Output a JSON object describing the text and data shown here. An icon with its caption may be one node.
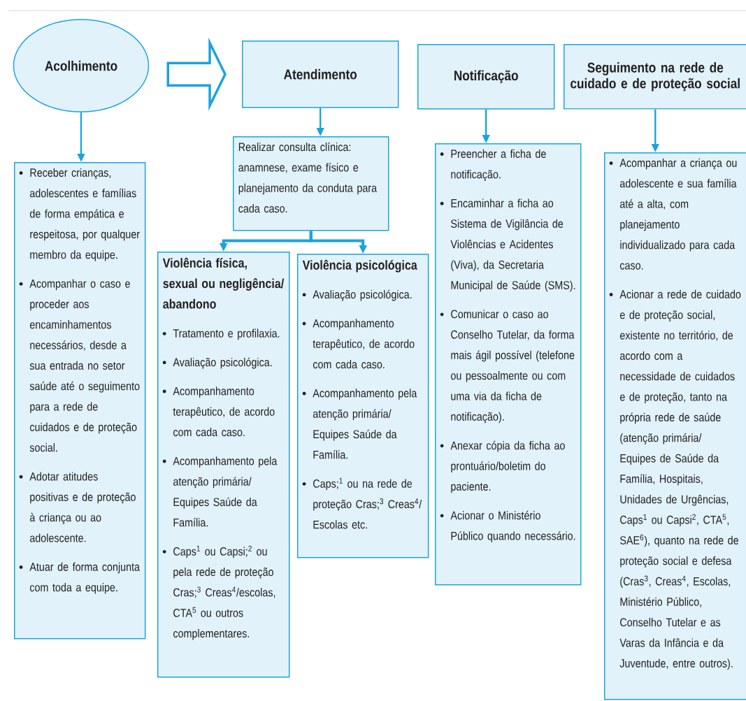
{
  "diagram": {
    "nodes": [
      {
        "text": [
          "Acolhimento"
        ]
      },
      {
        "text": [
          "Atendimento"
        ]
      },
      {
        "text": [
          "Notificação"
        ]
      },
      {
        "text": [
          "Seguimento na rede de cuidado e de proteção social"
        ]
      },
      {
        "text": [
          "Receber crianças, adolescentes e famílias de forma empática e respeitosa, por qualquer membro da equipe.",
          "Acompanhar o caso e proceder aos encaminhamentos necessários, desde a sua entrada no setor saúde até o seguimento para a rede de cuidados e de proteção social.",
          "Adotar atitudes positivas e de proteção à criança ou ao adolescente.",
          "Atuar de forma conjunta com toda a equipe."
        ]
      },
      {
        "text": [
          "Realizar consulta clínica: anamnese, exame físico e planejamento da conduta para cada caso."
        ]
      },
      {
        "text": [
          "Violência física, sexual ou negligência/ abandono",
          "Tratamento e profilaxia.",
          "Avaliação psicológica.",
          "Acompanhamento terapêutico, de acordo com cada caso.",
          "Acompanhamento pela atenção primária/ Equipes Saúde da Família.",
          "Caps$^{1}$ ou Capsi;$^{2}$ ou pela rede de proteção Cras;$^{3}$ Creas$^{4}$/escolas, CTA$^{5}$ ou outros complementares."
        ]
      },
      {
        "text": [
          "Violência psicológica",
          "Avaliação psicológica.",
          "Acompanhamento terapêutico, de acordo com cada caso.",
          "Acompanhamento pela atenção primária/ Equipes Saúde da Família.",
          "Caps;$^{1}$ ou na rede de proteção Cras;$^{3}$ Creas$^{4}$/ Escolas etc."
        ]
      },
      {
        "text": [
          "Preencher a ficha de notificação.",
          "Encaminhar a ficha ao Sistema de Vigilância de Violências e Acidentes (Viva), da Secretaria Municipal de Saúde (SMS).",
          "Comunicar o caso ao Conselho Tutelar, da forma mais ágil possível (telefone ou pessoalmente ou com uma via da ficha de notificação).",
          "Anexar cópia da ficha ao prontuário/boletim do paciente.",
          "Acionar o Ministério Público quando necessário."
        ]
      },
      {
        "text": [
          "Acompanhar a criança ou adolescente e sua família até a alta, com planejamento individualizado para cada caso.",
          "Acionar a rede de cuidado e de proteção social, existente no território, de acordo com a necessidade de cuidados e de proteção, tanto na própria rede de saúde (atenção primária/ Equipes de Saúde da Família, Hospitais, Unidades de Urgências, Caps$^{1}$ ou Capsi$^{2}$, CTA$^{5}$, SAE$^{6}$), quanto na rede de proteção social e defesa (Cras$^{3}$, Creas$^{4}$, Escolas, Ministério Público, Conselho Tutelar e as Varas da Infância e da Juventude, entre outros)."
        ]
      }
    ],
    "edges": [
      {
        "from": 0,
        "to": 1,
        "arrow": "to",
        "style": "thick"
      },
      {
        "from": 0,
        "to": 4,
        "arrow": "to"
      },
      {
        "from": 1,
        "to": 5,
        "arrow": "to"
      },
      {
        "from": 5,
        "to": 6,
        "arrow": "to"
      },
      {
        "from": 5,
        "to": 7,
        "arrow": "to"
      },
      {
        "from": 2,
        "to": 8,
        "arrow": "to"
      },
      {
        "from": 3,
        "to": 9,
        "arrow": "to"
      }
    ]
  }
}
